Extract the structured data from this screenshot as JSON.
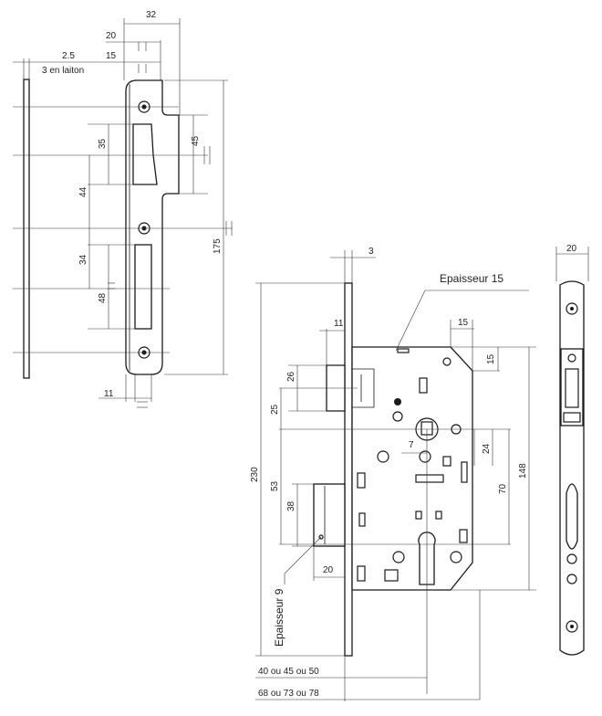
{
  "strike": {
    "dims": {
      "w32": "32",
      "w20": "20",
      "w15": "15",
      "w25": "2.5",
      "laiton": "3 en laiton",
      "h35": "35",
      "h45": "45",
      "h44": "44",
      "h34": "34",
      "h48": "48",
      "h175": "175",
      "w11": "11"
    }
  },
  "lock": {
    "dims": {
      "t3": "3",
      "epaisseur15": "Epaisseur 15",
      "w11": "11",
      "w15": "15",
      "v15": "15",
      "h26": "26",
      "h25": "25",
      "w7": "7",
      "h24": "24",
      "h148": "148",
      "h53": "53",
      "h70": "70",
      "h230": "230",
      "h38": "38",
      "w20": "20",
      "epaisseur9": "Epaisseur 9",
      "backset": "40 ou 45 ou 50",
      "total": "68 ou 73 ou 78"
    }
  },
  "faceplate": {
    "dims": {
      "w20": "20"
    }
  }
}
